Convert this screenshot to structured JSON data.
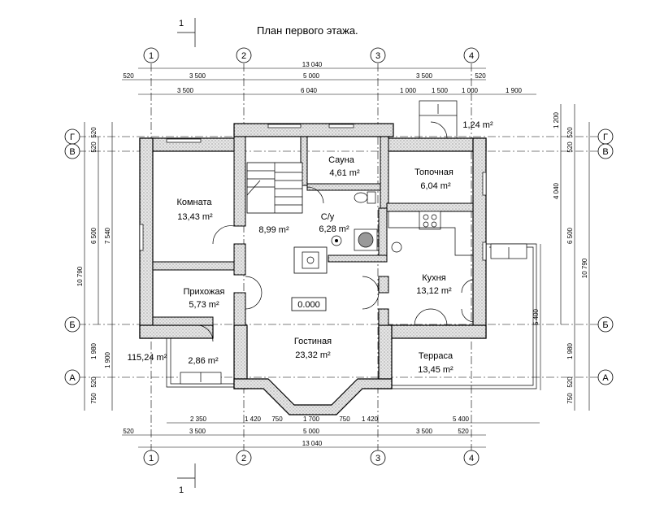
{
  "title": "План первого этажа.",
  "section_mark": "1",
  "axes": {
    "vertical": [
      "1",
      "2",
      "3",
      "4"
    ],
    "horizontal": [
      "Г",
      "В",
      "Б",
      "А"
    ]
  },
  "rooms": {
    "sauna": {
      "name": "Сауна",
      "area": "4,61 m²"
    },
    "topochnaya": {
      "name": "Топочная",
      "area": "6,04 m²"
    },
    "komnata": {
      "name": "Комната",
      "area": "13,43 m²"
    },
    "su": {
      "name": "С/у",
      "area": "6,28 m²"
    },
    "stair": {
      "area": "8,99 m²"
    },
    "prikhozhaya": {
      "name": "Прихожая",
      "area": "5,73 m²"
    },
    "kukhnya": {
      "name": "Кухня",
      "area": "13,12 m²"
    },
    "gostinaya": {
      "name": "Гостиная",
      "area": "23,32 m²"
    },
    "terrasa": {
      "name": "Терраса",
      "area": "13,45 m²"
    },
    "porch": {
      "area": "2,86 m²"
    },
    "entry_top": {
      "area": "1,24 m²"
    }
  },
  "total_area": "115,24 m²",
  "level_mark": "0.000",
  "dims_top": {
    "overall": "13 040",
    "row1": [
      "520",
      "3 500",
      "5 000",
      "3 500",
      "520"
    ],
    "row2": [
      "3 500",
      "6 040",
      "1 000",
      "1 500",
      "1 000",
      "1 900"
    ]
  },
  "dims_bottom": {
    "row1": [
      "2 350",
      "1 420",
      "750",
      "1 700",
      "750",
      "1 420",
      "5 400"
    ],
    "row2": [
      "520",
      "3 500",
      "5 000",
      "3 500",
      "520"
    ],
    "overall": "13 040"
  },
  "dims_left": {
    "outer": "10 790",
    "mid": [
      "6 500",
      "7 540"
    ],
    "small": [
      "520",
      "520",
      "1 980",
      "1 900",
      "750",
      "520"
    ]
  },
  "dims_right": {
    "outer": "10 790",
    "mid": [
      "6 500",
      "5 400",
      "4 040",
      "1 200"
    ],
    "small": [
      "520",
      "520",
      "1 980",
      "750",
      "520"
    ]
  }
}
